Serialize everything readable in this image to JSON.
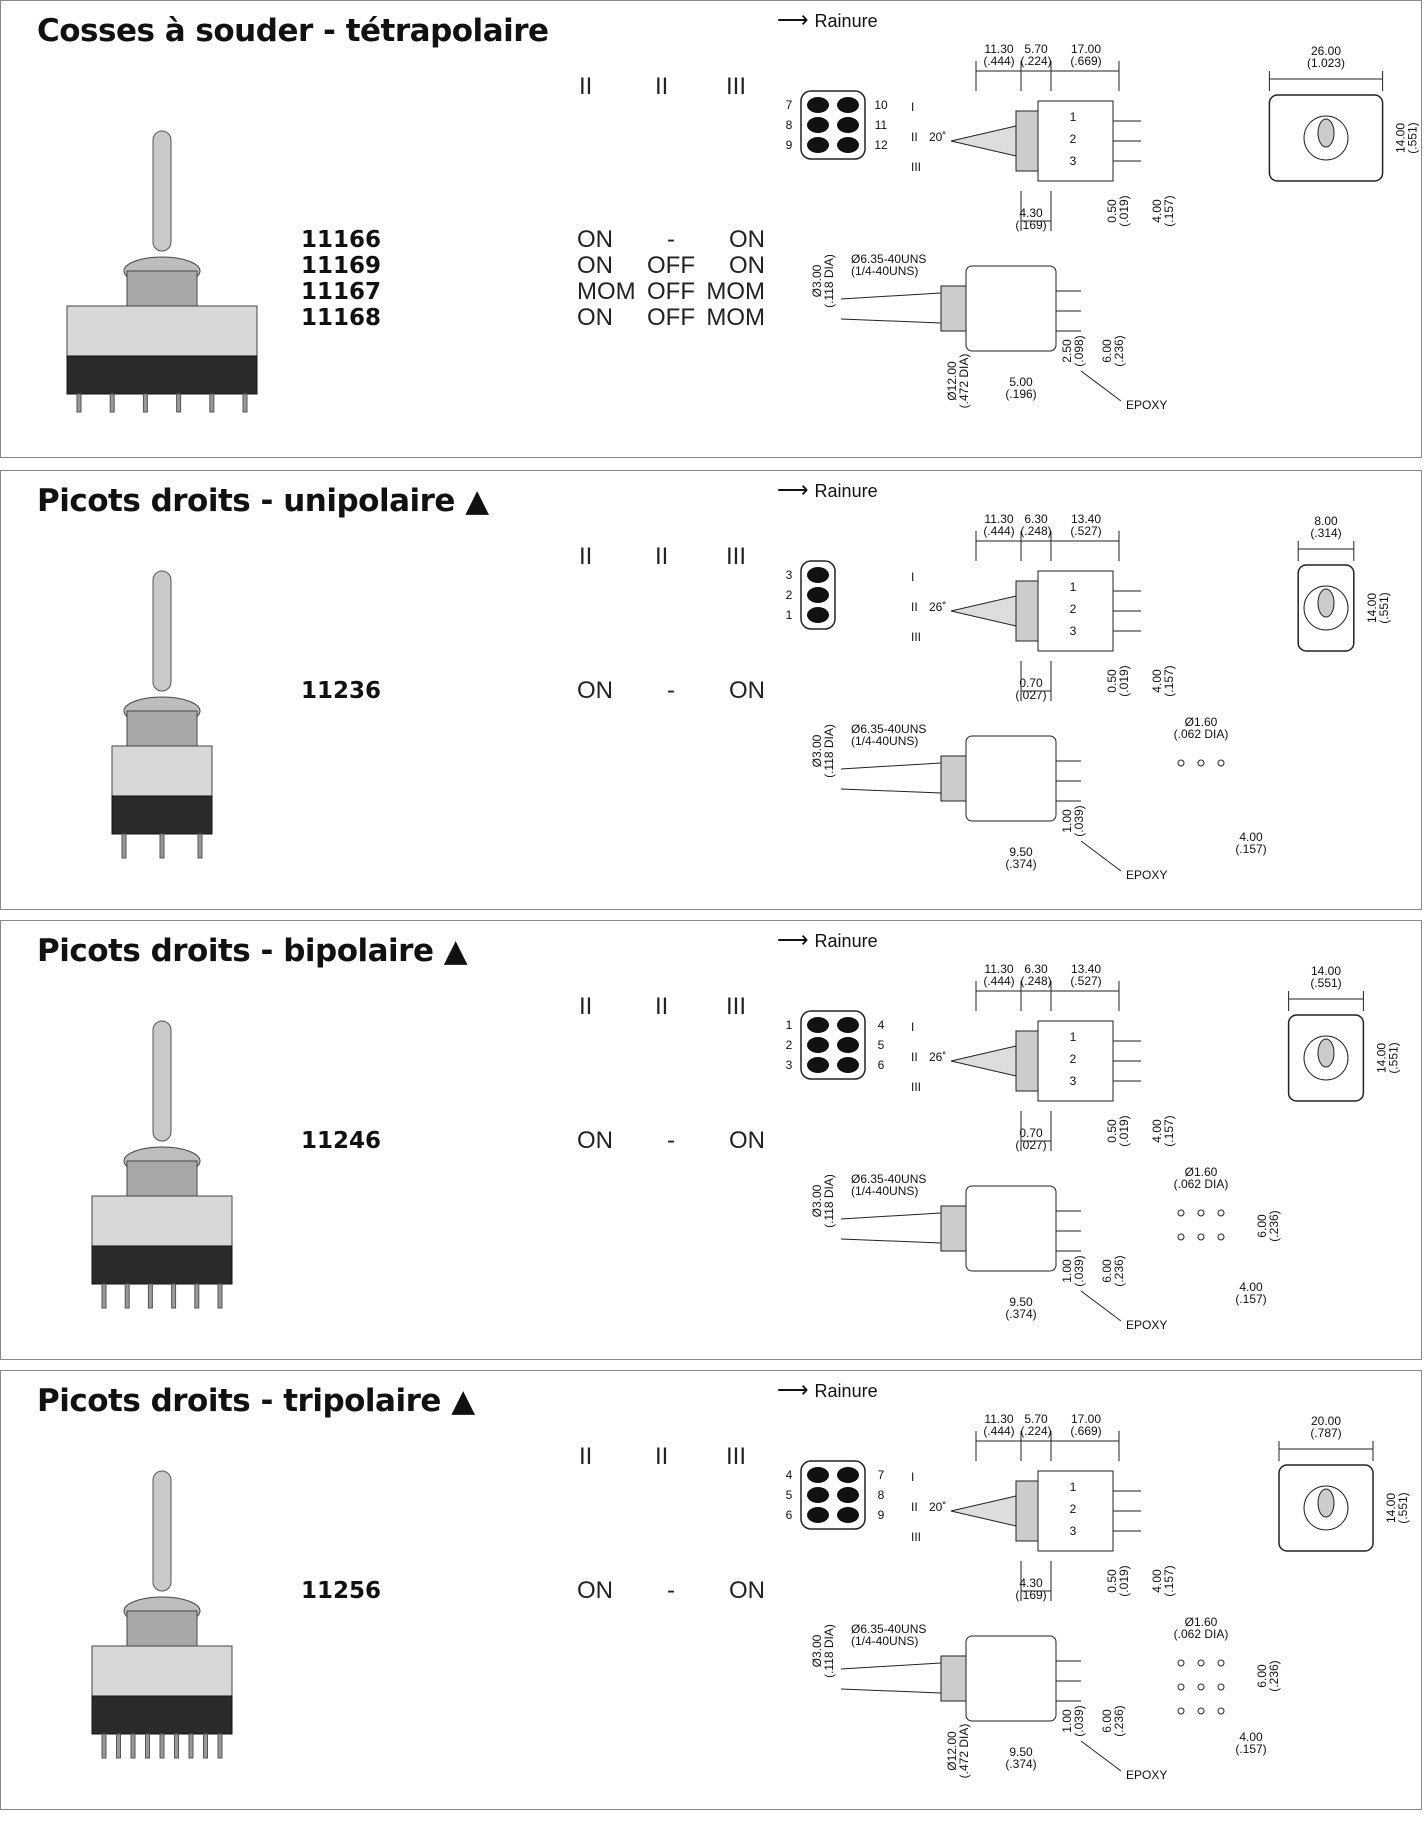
{
  "rainure_label": "Rainure",
  "epoxy_label": "EPOXY",
  "positions": [
    "I",
    "II",
    "III"
  ],
  "pos_header": [
    "II",
    "II",
    "III"
  ],
  "sections": [
    {
      "title": "Cosses à souder - tétrapolaire",
      "parts": [
        "11166",
        "11169",
        "11167",
        "11168"
      ],
      "functions": [
        [
          "ON",
          "-",
          "ON"
        ],
        [
          "ON",
          "OFF",
          "ON"
        ],
        [
          "MOM",
          "OFF",
          "MOM"
        ],
        [
          "ON",
          "OFF",
          "MOM"
        ]
      ],
      "pins_left": [
        "7",
        "8",
        "9"
      ],
      "pins_right": [
        "10",
        "11",
        "12"
      ],
      "angle": "20˚",
      "dims": {
        "a": "11.30",
        "a_in": "(.444)",
        "b": "5.70",
        "b_in": "(.224)",
        "c": "17.00",
        "c_in": "(.669)",
        "w": "26.00",
        "w_in": "(1.023)",
        "h": "14.00",
        "h_in": "(.551)",
        "d1": "4.30",
        "d1_in": "(.169)",
        "p1": "0.50",
        "p1_in": "(.019)",
        "p2": "4.00",
        "p2_in": "(.157)",
        "thread": "Ø6.35-40UNS",
        "thread_in": "(1/4-40UNS)",
        "dia": "Ø3.00",
        "dia_in": "(.118 DIA)",
        "body": "Ø12.00",
        "body_in": "(.472 DIA)",
        "s1": "2.50",
        "s1_in": "(.098)",
        "s2": "6.00",
        "s2_in": "(.236)",
        "s3": "5.00",
        "s3_in": "(.196)"
      }
    },
    {
      "title": "Picots droits - unipolaire ▲",
      "parts": [
        "11236"
      ],
      "functions": [
        [
          "ON",
          "-",
          "ON"
        ]
      ],
      "pins_left": [
        "3",
        "2",
        "1"
      ],
      "pins_right": [],
      "angle": "26˚",
      "dims": {
        "a": "11.30",
        "a_in": "(.444)",
        "b": "6.30",
        "b_in": "(.248)",
        "c": "13.40",
        "c_in": "(.527)",
        "w": "8.00",
        "w_in": "(.314)",
        "h": "14.00",
        "h_in": "(.551)",
        "d1": "0.70",
        "d1_in": "(.027)",
        "p1": "0.50",
        "p1_in": "(.019)",
        "p2": "4.00",
        "p2_in": "(.157)",
        "thread": "Ø6.35-40UNS",
        "thread_in": "(1/4-40UNS)",
        "dia": "Ø3.00",
        "dia_in": "(.118 DIA)",
        "s1": "1.00",
        "s1_in": "(.039)",
        "s3": "9.50",
        "s3_in": "(.374)",
        "hole": "Ø1.60",
        "hole_in": "(.062 DIA)",
        "pitch": "4.00",
        "pitch_in": "(.157)"
      }
    },
    {
      "title": "Picots droits - bipolaire ▲",
      "parts": [
        "11246"
      ],
      "functions": [
        [
          "ON",
          "-",
          "ON"
        ]
      ],
      "pins_left": [
        "1",
        "2",
        "3"
      ],
      "pins_right": [
        "4",
        "5",
        "6"
      ],
      "angle": "26˚",
      "dims": {
        "a": "11.30",
        "a_in": "(.444)",
        "b": "6.30",
        "b_in": "(.248)",
        "c": "13.40",
        "c_in": "(.527)",
        "w": "14.00",
        "w_in": "(.551)",
        "h": "14.00",
        "h_in": "(.551)",
        "d1": "0.70",
        "d1_in": "(.027)",
        "p1": "0.50",
        "p1_in": "(.019)",
        "p2": "4.00",
        "p2_in": "(.157)",
        "thread": "Ø6.35-40UNS",
        "thread_in": "(1/4-40UNS)",
        "dia": "Ø3.00",
        "dia_in": "(.118 DIA)",
        "s1": "1.00",
        "s1_in": "(.039)",
        "s2": "6.00",
        "s2_in": "(.236)",
        "s3": "9.50",
        "s3_in": "(.374)",
        "hole": "Ø1.60",
        "hole_in": "(.062 DIA)",
        "pitch": "4.00",
        "pitch_in": "(.157)",
        "pitch2": "6.00",
        "pitch2_in": "(.236)"
      }
    },
    {
      "title": "Picots droits - tripolaire ▲",
      "parts": [
        "11256"
      ],
      "functions": [
        [
          "ON",
          "-",
          "ON"
        ]
      ],
      "pins_left": [
        "4",
        "5",
        "6"
      ],
      "pins_right": [
        "7",
        "8",
        "9"
      ],
      "angle": "20˚",
      "dims": {
        "a": "11.30",
        "a_in": "(.444)",
        "b": "5.70",
        "b_in": "(.224)",
        "c": "17.00",
        "c_in": "(.669)",
        "w": "20.00",
        "w_in": "(.787)",
        "h": "14.00",
        "h_in": "(.551)",
        "d1": "4.30",
        "d1_in": "(.169)",
        "p1": "0.50",
        "p1_in": "(.019)",
        "p2": "4.00",
        "p2_in": "(.157)",
        "thread": "Ø6.35-40UNS",
        "thread_in": "(1/4-40UNS)",
        "dia": "Ø3.00",
        "dia_in": "(.118 DIA)",
        "body": "Ø12.00",
        "body_in": "(.472 DIA)",
        "s1": "1.00",
        "s1_in": "(.039)",
        "s2": "6.00",
        "s2_in": "(.236)",
        "s3": "9.50",
        "s3_in": "(.374)",
        "hole": "Ø1.60",
        "hole_in": "(.062 DIA)",
        "pitch": "4.00",
        "pitch_in": "(.157)",
        "pitch2": "6.00",
        "pitch2_in": "(.236)"
      }
    }
  ]
}
